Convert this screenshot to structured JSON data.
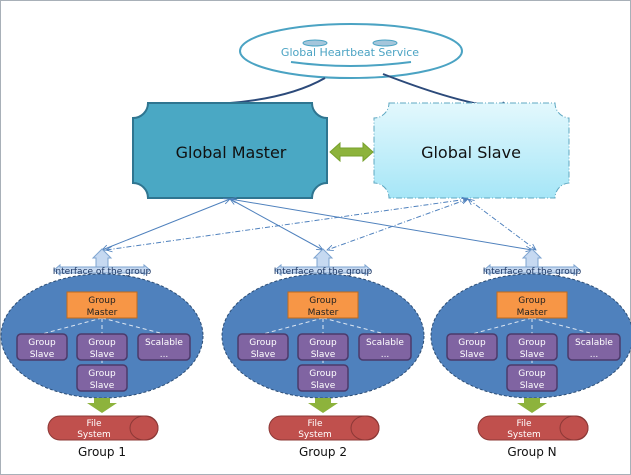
{
  "heartbeat": {
    "label": "Global Heartbeat Service"
  },
  "global_master": {
    "label": "Global Master"
  },
  "global_slave": {
    "label": "Global Slave"
  },
  "colors": {
    "master_fill": "#4aa8c4",
    "slave_fill": "#c9f1fb",
    "group_ellipse": "#4f81bd",
    "group_master": "#f79646",
    "group_slave": "#8064a2",
    "file_system": "#c0504d",
    "arrow_green": "#8db33c"
  },
  "groups": [
    {
      "name": "Group 1",
      "interface": "Interface of the group",
      "master": [
        "Group",
        "Master"
      ],
      "slaves": [
        [
          "Group",
          "Slave"
        ],
        [
          "Group",
          "Slave"
        ],
        [
          "Scalable",
          "..."
        ],
        [
          "Group",
          "Slave"
        ]
      ],
      "storage": [
        "File",
        "System"
      ]
    },
    {
      "name": "Group 2",
      "interface": "Interface of the group",
      "master": [
        "Group",
        "Master"
      ],
      "slaves": [
        [
          "Group",
          "Slave"
        ],
        [
          "Group",
          "Slave"
        ],
        [
          "Scalable",
          "..."
        ],
        [
          "Group",
          "Slave"
        ]
      ],
      "storage": [
        "File",
        "System"
      ]
    },
    {
      "name": "Group N",
      "interface": "Interface of the group",
      "master": [
        "Group",
        "Master"
      ],
      "slaves": [
        [
          "Group",
          "Slave"
        ],
        [
          "Group",
          "Slave"
        ],
        [
          "Scalable",
          "..."
        ],
        [
          "Group",
          "Slave"
        ]
      ],
      "storage": [
        "File",
        "System"
      ]
    }
  ]
}
